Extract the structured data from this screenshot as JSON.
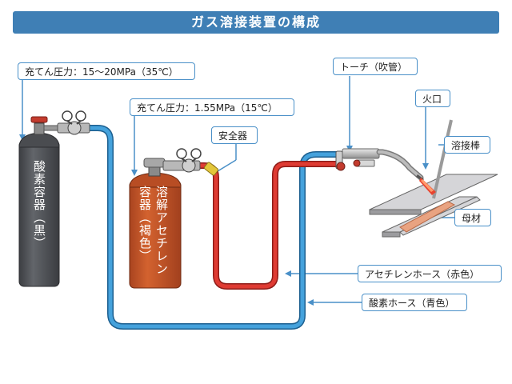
{
  "title": "ガス溶接装置の構成",
  "labels": {
    "oxygen_pressure": "充てん圧力：15〜20MPa（35℃）",
    "acetylene_pressure": "充てん圧力：1.55MPa（15℃）",
    "safety_device": "安全器",
    "torch": "トーチ（吹管）",
    "flame": "火口",
    "welding_rod": "溶接棒",
    "base_metal": "母材",
    "acetylene_hose": "アセチレンホース（赤色）",
    "oxygen_hose": "酸素ホース（青色）"
  },
  "cylinders": {
    "oxygen": "酸素容器（黒）",
    "acetylene_col1": "溶解アセチレン",
    "acetylene_col2": "容器（褐色）"
  },
  "colors": {
    "title_bg": "#3f7fb5",
    "oxygen_cylinder": "#505256",
    "acetylene_cylinder": "#c8562a",
    "oxygen_hose": "#2f8fd0",
    "acetylene_hose": "#d4302c",
    "leader": "#4a90c8"
  }
}
